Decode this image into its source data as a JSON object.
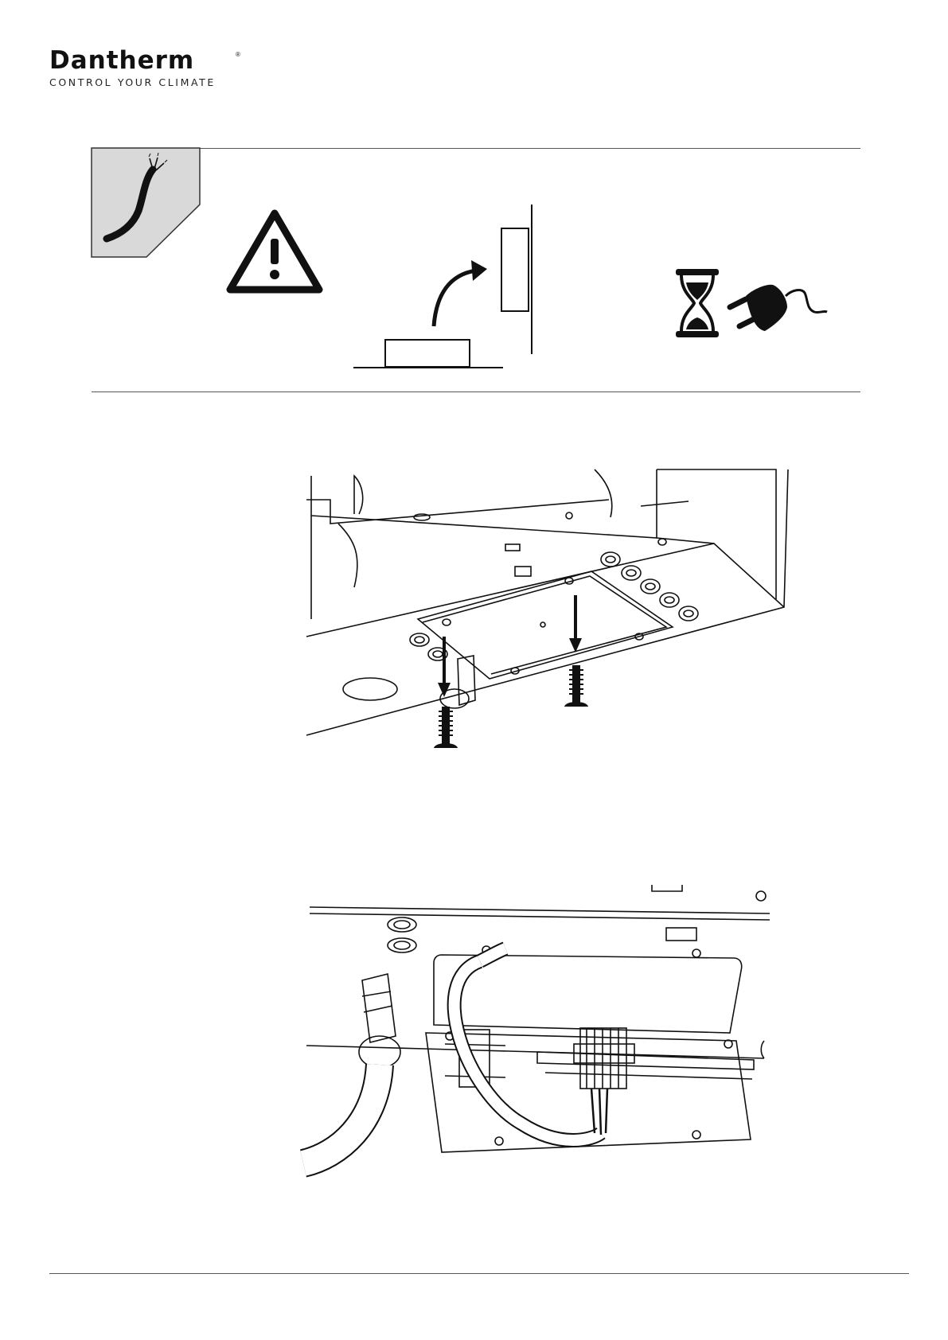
{
  "header": {
    "brand_name": "Dantherm",
    "brand_registered_mark": "®",
    "brand_tagline": "CONTROL YOUR CLIMATE"
  },
  "procedure_banner": {
    "category_icon": "cable-icon",
    "steps": [
      {
        "icon": "warning-triangle-icon"
      },
      {
        "icon": "remove-cover-arrow-icon"
      },
      {
        "icon": "hourglass-icon"
      },
      {
        "icon": "unplug-power-icon"
      }
    ]
  },
  "figures": [
    {
      "icon": "unscrew-terminal-cover-illustration"
    },
    {
      "icon": "cable-wiring-terminal-block-illustration"
    }
  ]
}
